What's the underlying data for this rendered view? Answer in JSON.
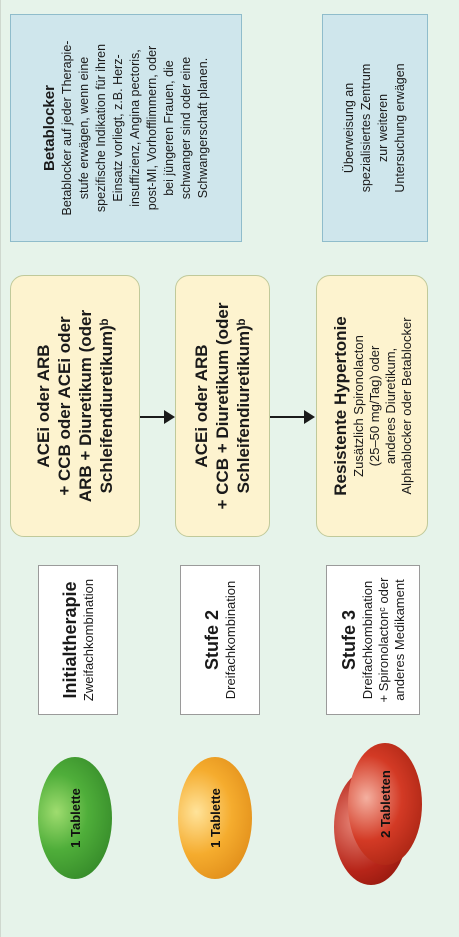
{
  "pills": {
    "initial": {
      "label": "1 Tablette",
      "color": "#3f9a33"
    },
    "step2": {
      "label": "1 Tablette",
      "color": "#f0a02a"
    },
    "step3": {
      "label": "2 Tabletten",
      "color": "#c62a17"
    }
  },
  "stages": {
    "initial": {
      "title": "Initialtherapie",
      "subtitle": "Zweifachkombination"
    },
    "step2": {
      "title": "Stufe 2",
      "subtitle": "Dreifachkombination"
    },
    "step3": {
      "title": "Stufe 3",
      "lines": [
        "Dreifachkombination",
        "+ Spironolactonᶜ oder",
        "anderes Medikament"
      ]
    }
  },
  "therapies": {
    "initial": {
      "lines": [
        "ACEi oder ARB",
        "+ CCB oder ACEi oder",
        "ARB + Diuretikum (oder",
        "Schleifendiuretikum)ᵇ"
      ]
    },
    "step2": {
      "lines": [
        "ACEi oder ARB",
        "+ CCB + Diuretikum (oder",
        "Schleifendiuretikum)ᵇ"
      ]
    },
    "step3": {
      "title": "Resistente Hypertonie",
      "lines": [
        "Zusätzlich Spironolacton",
        "(25–50 mg/Tag) oder",
        "anderes Diuretikum,",
        "Alphablocker oder Betablocker"
      ]
    }
  },
  "side_boxes": {
    "betablocker": {
      "title": "Betablocker",
      "lines": [
        "Betablocker auf jeder Therapie-",
        "stufe erwägen, wenn eine",
        "spezifische Indikation für ihren",
        "Einsatz vorliegt, z.B. Herz-",
        "insuffizienz, Angina pectoris,",
        "post-MI, Vorhofflimmern, oder",
        "bei jüngeren Frauen, die",
        "schwanger sind oder eine",
        "Schwangerschaft planen."
      ]
    },
    "referral": {
      "lines": [
        "Überweisung an",
        "spezialisiertes Zentrum",
        "zur weiteren",
        "Untersuchung erwägen"
      ]
    }
  },
  "colors": {
    "background": "#e6f3ea",
    "therapy_fill": "#fdf3cf",
    "side_fill": "#cfe6ec",
    "arrow": "#1a1a1a"
  }
}
